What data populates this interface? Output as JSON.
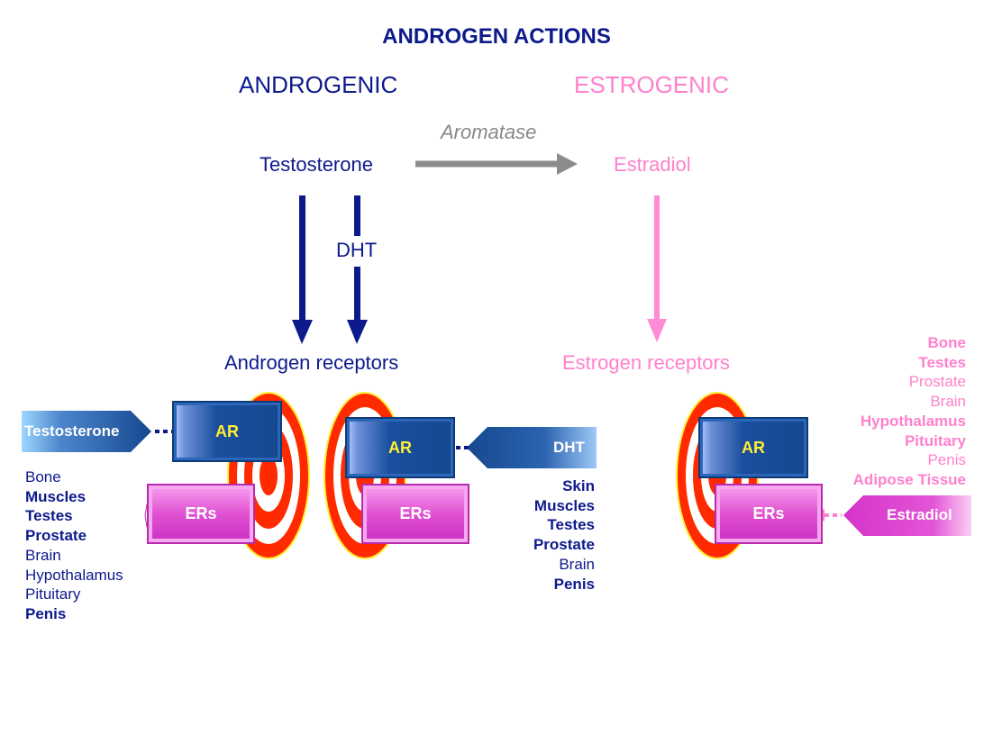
{
  "title": "ANDROGEN ACTIONS",
  "headers": {
    "androgenic": "ANDROGENIC",
    "estrogenic": "ESTROGENIC"
  },
  "flow": {
    "testosterone": "Testosterone",
    "aromatase": "Aromatase",
    "estradiol": "Estradiol",
    "dht": "DHT",
    "androgen_receptors": "Androgen receptors",
    "estrogen_receptors": "Estrogen receptors"
  },
  "receptors": {
    "ar": "AR",
    "ers": "ERs",
    "ligand_testosterone": "Testosterone",
    "ligand_dht": "DHT",
    "ligand_estradiol": "Estradiol"
  },
  "tissues_testosterone": [
    {
      "label": "Bone",
      "bold": false
    },
    {
      "label": "Muscles",
      "bold": true
    },
    {
      "label": "Testes",
      "bold": true
    },
    {
      "label": "Prostate",
      "bold": true
    },
    {
      "label": "Brain",
      "bold": false
    },
    {
      "label": "Hypothalamus",
      "bold": false
    },
    {
      "label": "Pituitary",
      "bold": false
    },
    {
      "label": "Penis",
      "bold": true
    }
  ],
  "tissues_dht": [
    {
      "label": "Skin",
      "bold": true
    },
    {
      "label": "Muscles",
      "bold": true
    },
    {
      "label": "Testes",
      "bold": true
    },
    {
      "label": "Prostate",
      "bold": true
    },
    {
      "label": "Brain",
      "bold": false
    },
    {
      "label": "Penis",
      "bold": true
    }
  ],
  "tissues_estradiol": [
    {
      "label": "Bone",
      "bold": true
    },
    {
      "label": "Testes",
      "bold": true
    },
    {
      "label": "Prostate",
      "bold": false
    },
    {
      "label": "Brain",
      "bold": false
    },
    {
      "label": "Hypothalamus",
      "bold": true
    },
    {
      "label": "Pituitary",
      "bold": true
    },
    {
      "label": "Penis",
      "bold": false
    },
    {
      "label": "Adipose Tissue",
      "bold": true
    }
  ],
  "colors": {
    "navy": "#0d1a8c",
    "pink": "#ff80cc",
    "gray": "#8c8c8c",
    "target_red": "#ff2a00",
    "target_yellow": "#ffee33"
  }
}
